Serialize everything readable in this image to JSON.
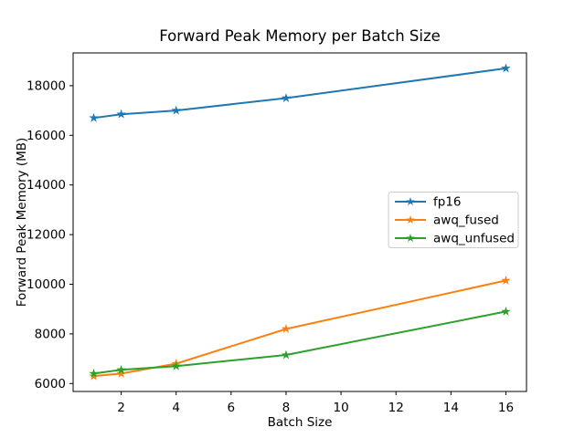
{
  "figure": {
    "background": "#ffffff"
  },
  "chart_data": {
    "type": "line",
    "title": "Forward Peak Memory per Batch Size",
    "xlabel": "Batch Size",
    "ylabel": "Forward Peak Memory (MB)",
    "x": [
      1,
      2,
      4,
      8,
      16
    ],
    "series": [
      {
        "name": "fp16",
        "color": "#1f77b4",
        "values": [
          16700,
          16850,
          17000,
          17500,
          18700
        ]
      },
      {
        "name": "awq_fused",
        "color": "#ff7f0e",
        "values": [
          6300,
          6400,
          6800,
          8200,
          10150
        ]
      },
      {
        "name": "awq_unfused",
        "color": "#2ca02c",
        "values": [
          6400,
          6550,
          6700,
          7150,
          8900
        ]
      }
    ],
    "marker": "star",
    "xticks": [
      2,
      4,
      6,
      8,
      10,
      12,
      14,
      16
    ],
    "yticks": [
      6000,
      8000,
      10000,
      12000,
      14000,
      16000,
      18000
    ],
    "xlim": [
      0.25,
      16.75
    ],
    "ylim": [
      5680,
      19320
    ],
    "grid": false,
    "legend_position": "center right",
    "axis_color": "#000000",
    "legend_border_color": "#cccccc"
  }
}
